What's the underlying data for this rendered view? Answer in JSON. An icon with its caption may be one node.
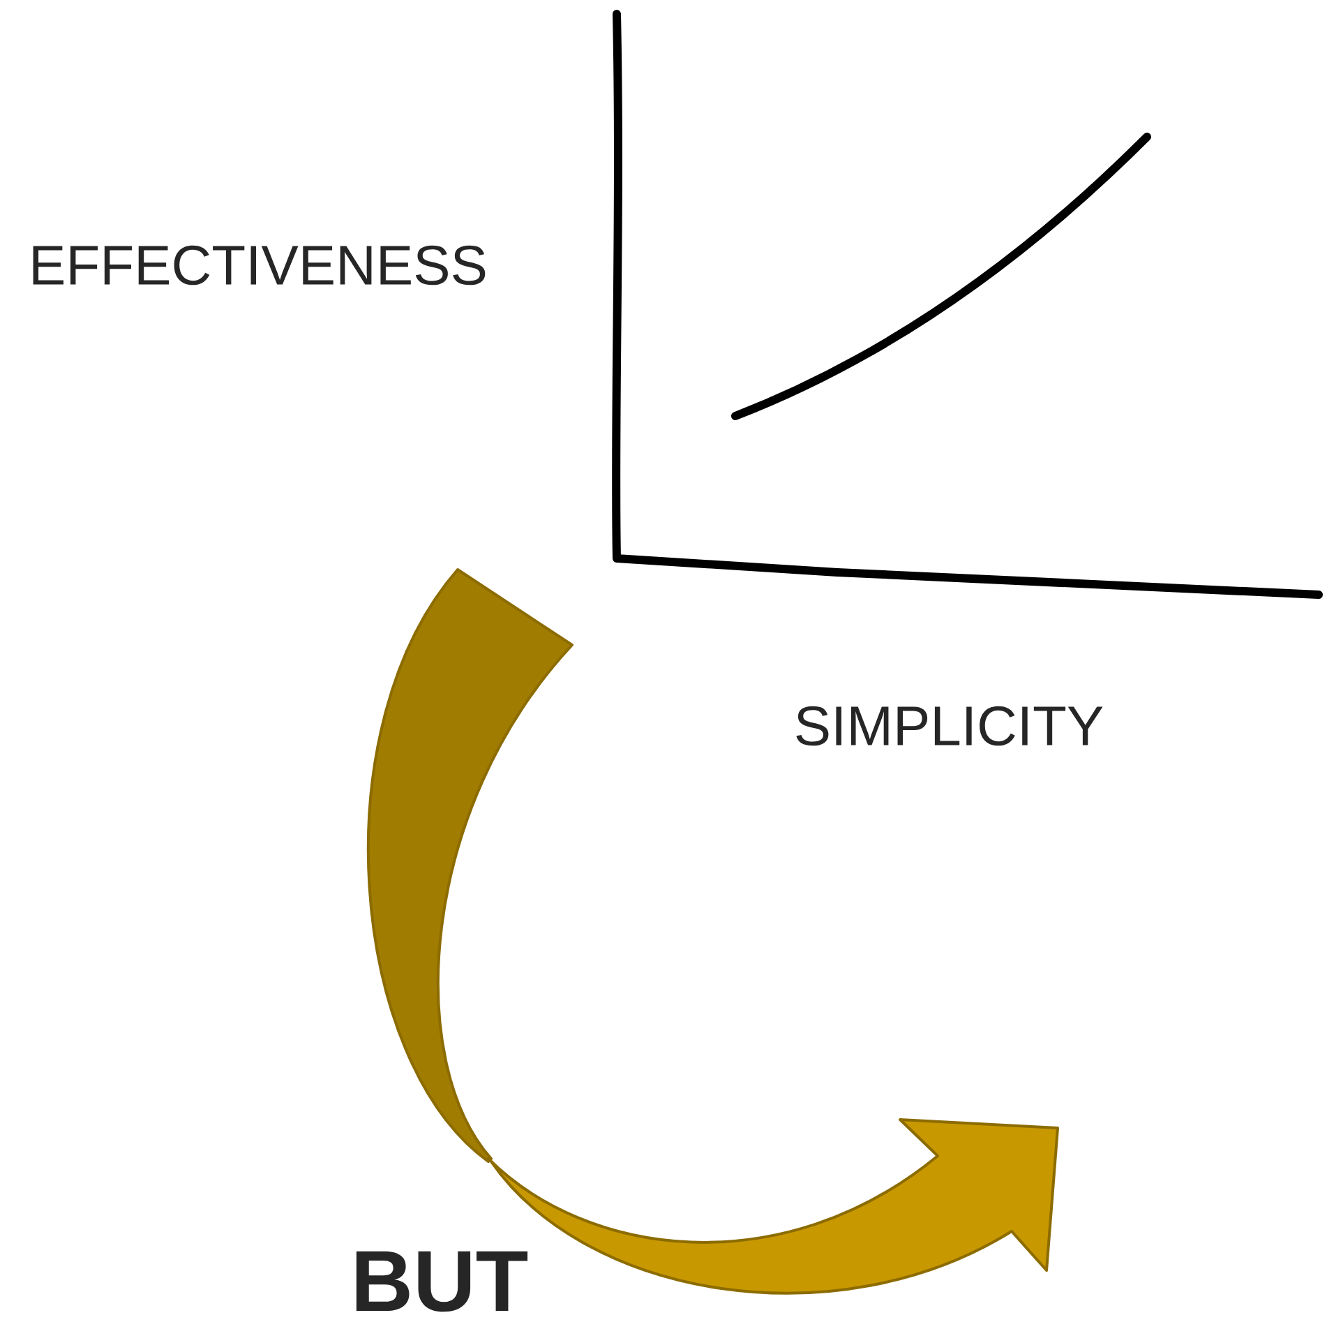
{
  "diagram": {
    "labels": [
      "EFFECTIVENESS",
      "SIMPLICITY",
      "BUT"
    ]
  }
}
